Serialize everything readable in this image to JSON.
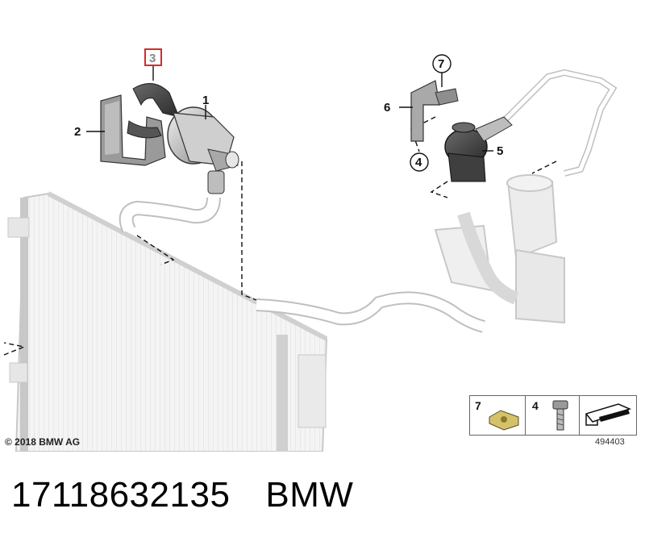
{
  "callouts": [
    {
      "id": "1",
      "label": "1"
    },
    {
      "id": "2",
      "label": "2"
    },
    {
      "id": "3",
      "label": "3",
      "highlighted": true
    },
    {
      "id": "4",
      "label": "4"
    },
    {
      "id": "5",
      "label": "5"
    },
    {
      "id": "6",
      "label": "6"
    },
    {
      "id": "7",
      "label": "7"
    }
  ],
  "legend": {
    "items": [
      {
        "label": "7",
        "icon": "clip-nut-icon"
      },
      {
        "label": "4",
        "icon": "bolt-icon"
      },
      {
        "label": "",
        "icon": "direction-arrow-icon"
      }
    ]
  },
  "drawing_number": "494403",
  "copyright": "© 2018 BMW AG",
  "footer": {
    "part_number": "17118632135",
    "brand": "BMW"
  },
  "colors": {
    "highlight": "#d62a2a",
    "line": "#111111",
    "ghost": "#c8c8c8"
  }
}
